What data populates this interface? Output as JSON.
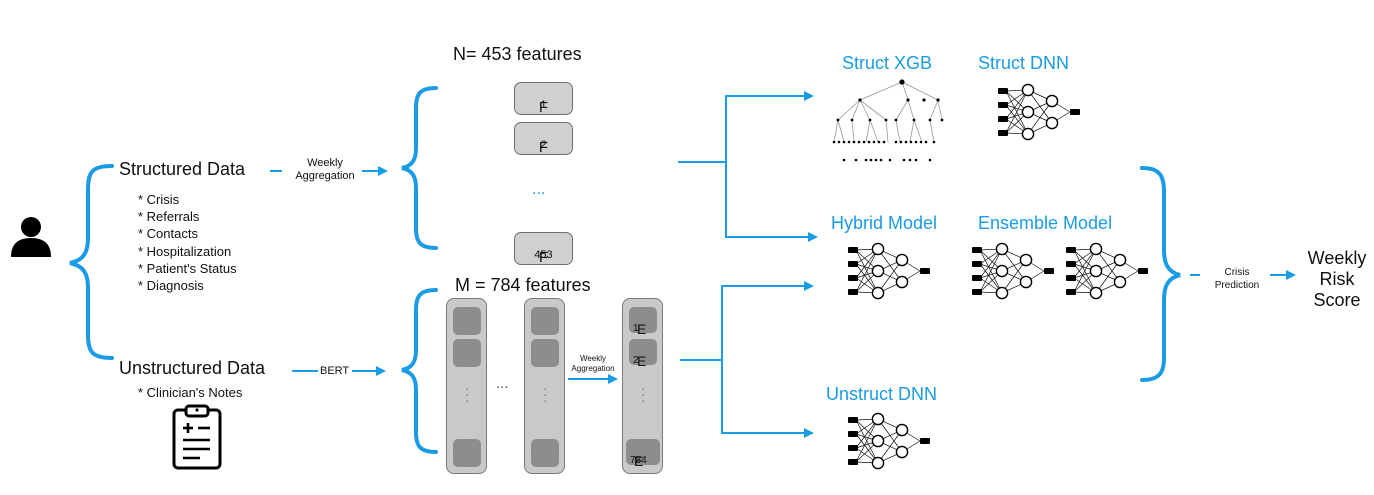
{
  "structured": {
    "title": "Structured Data",
    "items": [
      "* Crisis",
      "* Referrals",
      "* Contacts",
      "* Hospitalization",
      "* Patient's Status",
      "* Diagnosis"
    ],
    "arrow_label_1": "Weekly",
    "arrow_label_2": "Aggregation"
  },
  "unstructured": {
    "title": "Unstructured Data",
    "item": "* Clinician's Notes",
    "arrow_label": "BERT"
  },
  "features_n": {
    "title": "N= 453 features",
    "f1": "F",
    "f1_sub": "1",
    "f2": "F",
    "f2_sub": "2",
    "ellipsis": "...",
    "fn": "F",
    "fn_sub": "453"
  },
  "features_m": {
    "title": "M = 784 features",
    "ellipsis": "...",
    "agg_1": "Weekly",
    "agg_2": "Aggregation",
    "e1": "E",
    "e1_sub": "1",
    "e2": "E",
    "e2_sub": "2",
    "en": "E",
    "en_sub": "784"
  },
  "models": {
    "struct_xgb": "Struct XGB",
    "struct_dnn": "Struct DNN",
    "hybrid": "Hybrid Model",
    "ensemble": "Ensemble Model",
    "unstruct_dnn": "Unstruct DNN"
  },
  "output": {
    "crisis_1": "Crisis",
    "crisis_2": "Prediction",
    "risk_1": "Weekly",
    "risk_2": "Risk",
    "risk_3": "Score"
  },
  "colors": {
    "accent": "#1a9be6",
    "box_fill": "#d0d0d0",
    "cell_fill": "#8d8d8d"
  },
  "icons": [
    "person-icon",
    "clipboard-icon",
    "decision-tree-icon",
    "neural-network-icon"
  ]
}
